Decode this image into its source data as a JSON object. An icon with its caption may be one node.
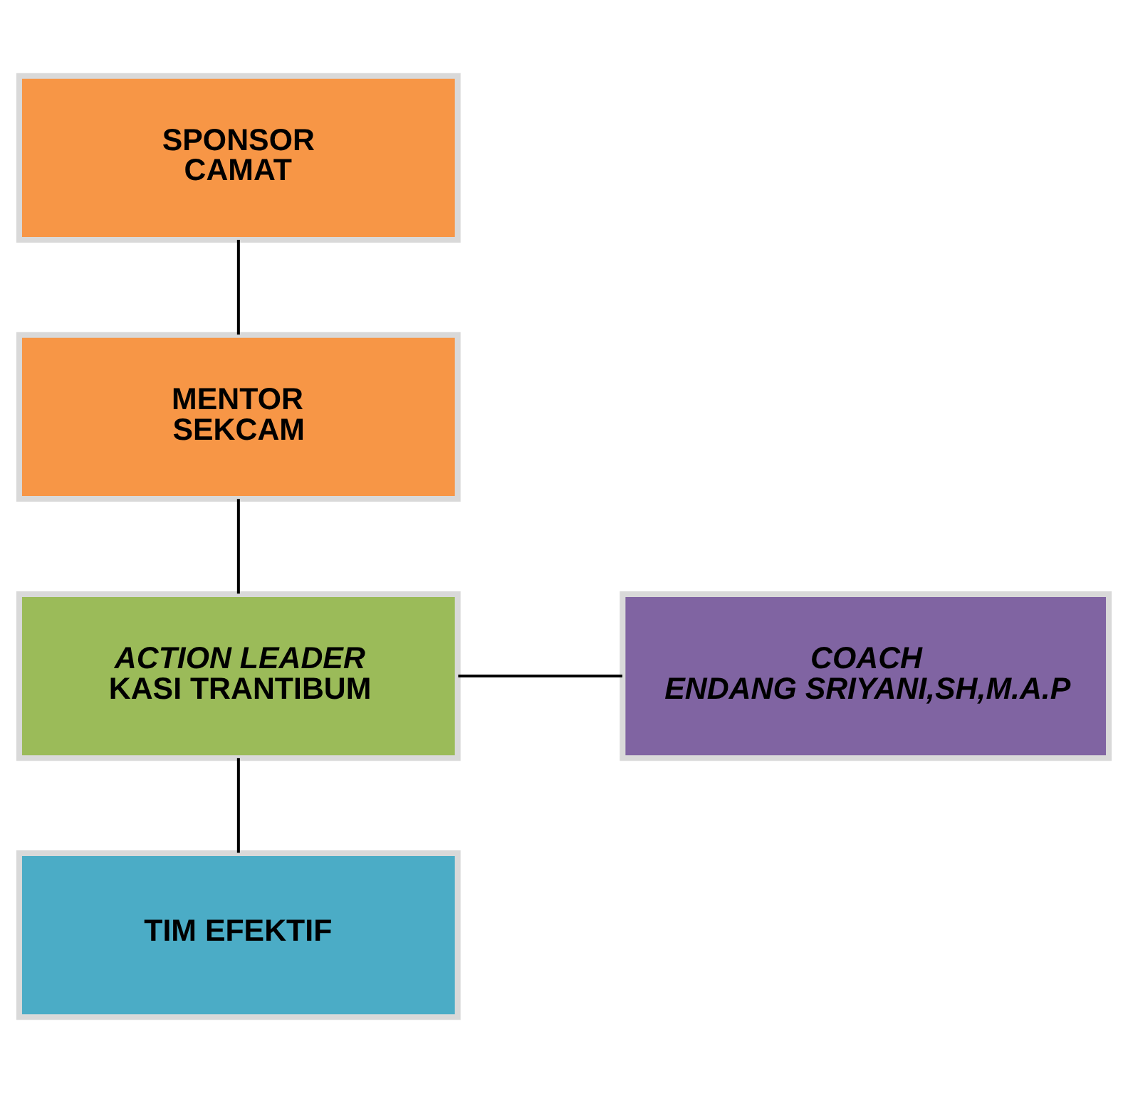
{
  "diagram": {
    "nodes": [
      {
        "text": [
          "SPONSOR",
          "CAMAT"
        ]
      },
      {
        "text": [
          "MENTOR",
          "SEKCAM"
        ]
      },
      {
        "text": [
          "ACTION LEADER",
          "KASI TRANTIBUM"
        ]
      },
      {
        "text": [
          "COACH",
          "ENDANG SRIYANI,SH,M.A.P"
        ]
      },
      {
        "text": [
          "TIM EFEKTIF"
        ]
      }
    ],
    "edges": [
      {
        "from": 0,
        "to": 1,
        "arrow": "none"
      },
      {
        "from": 1,
        "to": 2,
        "arrow": "none"
      },
      {
        "from": 3,
        "to": 2,
        "arrow": "none"
      },
      {
        "from": 2,
        "to": 4,
        "arrow": "none"
      }
    ]
  }
}
